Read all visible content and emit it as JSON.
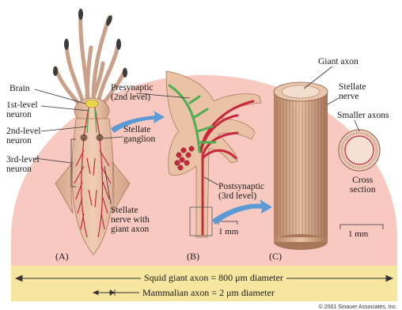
{
  "labels": {
    "brain": "Brain",
    "first_level": "1st-level\nneuron",
    "second_level": "2nd-level\nneuron",
    "third_level": "3rd-level\nneuron",
    "presynaptic": "Presynaptic\n(2nd level)",
    "stellate_ganglion": "Stellate\nganglion",
    "stellate_nerve_axon": "Stellate\nnerve with\ngiant axon",
    "postsynaptic": "Postsynaptic\n(3rd level)",
    "giant_axon": "Giant axon",
    "stellate_nerve": "Stellate\nnerve",
    "smaller_axons": "Smaller axons",
    "cross_section": "Cross\nsection"
  },
  "panels": {
    "a": "(A)",
    "b": "(B)",
    "c": "(C)"
  },
  "scale_bars": {
    "b": "1 mm",
    "c": "1 mm"
  },
  "footer": {
    "squid": "Squid giant axon = 800 μm diameter",
    "mammal": "Mammalian axon = 2 μm diameter"
  },
  "copyright": "© 2001 Sinauer Associates, Inc.",
  "colors": {
    "backdrop": "#f7c9c0",
    "footer_bar": "#f6e6a0",
    "squid_body": "#e8c0a6",
    "neuron_red": "#c8283a",
    "neuron_green": "#4caf50",
    "arrow_blue": "#5b9bd5",
    "ganglion_yellow": "#e9d84a"
  }
}
